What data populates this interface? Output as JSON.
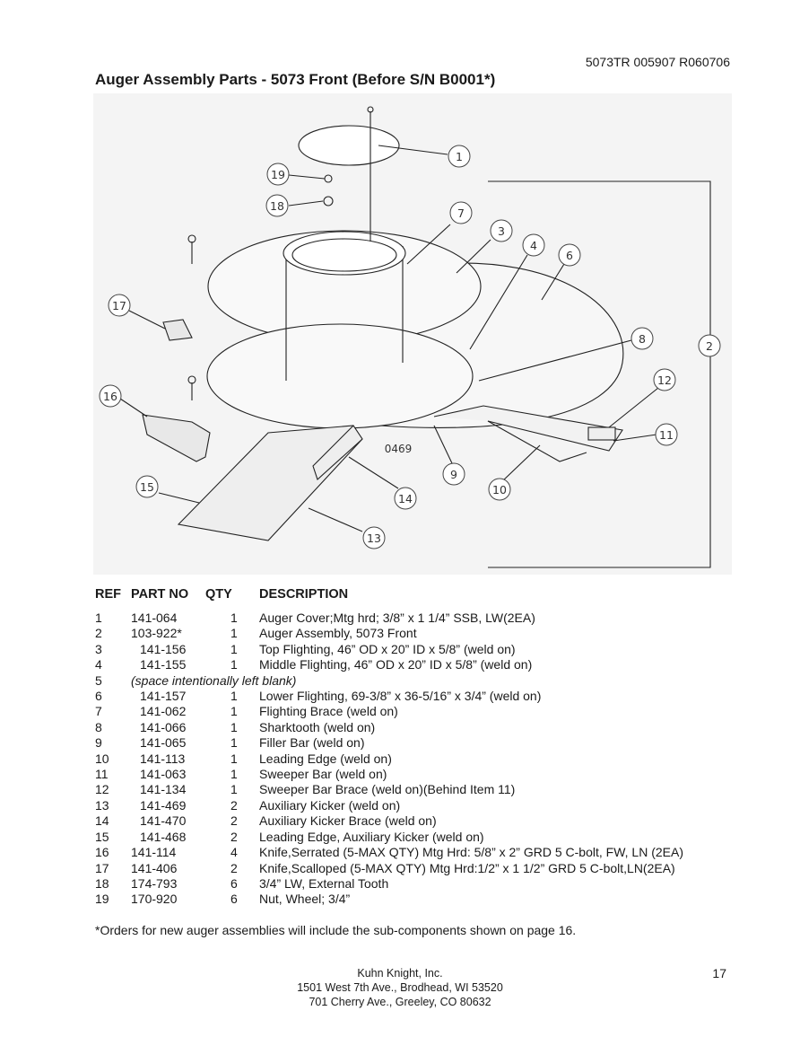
{
  "header": {
    "doc_number": "5073TR 005907 R060706",
    "title": "Auger Assembly Parts - 5073 Front (Before S/N B0001*)"
  },
  "diagram": {
    "callouts": [
      "1",
      "2",
      "3",
      "4",
      "6",
      "7",
      "8",
      "9",
      "10",
      "11",
      "12",
      "13",
      "14",
      "15",
      "16",
      "17",
      "18",
      "19"
    ],
    "stamp": "0469"
  },
  "table": {
    "headers": [
      "REF",
      "PART NO",
      "QTY",
      "DESCRIPTION"
    ],
    "rows": [
      {
        "ref": "1",
        "part": "141-064",
        "qty": "1",
        "desc": "Auger Cover;Mtg hrd; 3/8” x 1 1/4” SSB, LW(2EA)"
      },
      {
        "ref": "2",
        "part": "103-922*",
        "qty": "1",
        "desc": "Auger Assembly, 5073 Front"
      },
      {
        "ref": "3",
        "part": "141-156",
        "qty": "1",
        "desc": "Top Flighting, 46” OD x 20” ID x 5/8” (weld on)"
      },
      {
        "ref": "4",
        "part": "141-155",
        "qty": "1",
        "desc": "Middle Flighting, 46” OD x 20” ID x 5/8” (weld on)"
      },
      {
        "ref": "5",
        "part": "",
        "qty": "",
        "desc": "",
        "note": "(space intentionally left blank)"
      },
      {
        "ref": "6",
        "part": "141-157",
        "qty": "1",
        "desc": "Lower Flighting, 69-3/8” x 36-5/16” x 3/4”  (weld on)"
      },
      {
        "ref": "7",
        "part": "141-062",
        "qty": "1",
        "desc": "Flighting Brace (weld on)"
      },
      {
        "ref": "8",
        "part": "141-066",
        "qty": "1",
        "desc": "Sharktooth (weld on)"
      },
      {
        "ref": "9",
        "part": "141-065",
        "qty": "1",
        "desc": "Filler Bar (weld on)"
      },
      {
        "ref": "10",
        "part": "141-113",
        "qty": "1",
        "desc": "Leading Edge (weld on)"
      },
      {
        "ref": "11",
        "part": "141-063",
        "qty": "1",
        "desc": "Sweeper Bar (weld on)"
      },
      {
        "ref": "12",
        "part": "141-134",
        "qty": "1",
        "desc": "Sweeper Bar Brace (weld on)(Behind Item 11)"
      },
      {
        "ref": "13",
        "part": "141-469",
        "qty": "2",
        "desc": "Auxiliary Kicker (weld on)"
      },
      {
        "ref": "14",
        "part": "141-470",
        "qty": "2",
        "desc": "Auxiliary Kicker Brace (weld on)"
      },
      {
        "ref": "15",
        "part": "141-468",
        "qty": "2",
        "desc": "Leading Edge, Auxiliary Kicker (weld on)"
      },
      {
        "ref": "16",
        "part": "141-114",
        "qty": "4",
        "desc": "Knife,Serrated (5-MAX QTY) Mtg Hrd: 5/8” x 2” GRD 5 C-bolt, FW, LN (2EA)"
      },
      {
        "ref": "17",
        "part": "141-406",
        "qty": "2",
        "desc": "Knife,Scalloped (5-MAX QTY) Mtg Hrd:1/2” x 1 1/2” GRD 5 C-bolt,LN(2EA)"
      },
      {
        "ref": "18",
        "part": "174-793",
        "qty": "6",
        "desc": "3/4” LW, External Tooth"
      },
      {
        "ref": "19",
        "part": "170-920",
        "qty": "6",
        "desc": "Nut, Wheel; 3/4”"
      }
    ]
  },
  "footnote": "*Orders for new auger assemblies will include the sub-components shown on page 16.",
  "footer": {
    "company": "Kuhn Knight, Inc.",
    "address1": "1501 West 7th Ave., Brodhead, WI 53520",
    "address2": "701 Cherry Ave.,  Greeley, CO 80632",
    "page_number": "17"
  }
}
